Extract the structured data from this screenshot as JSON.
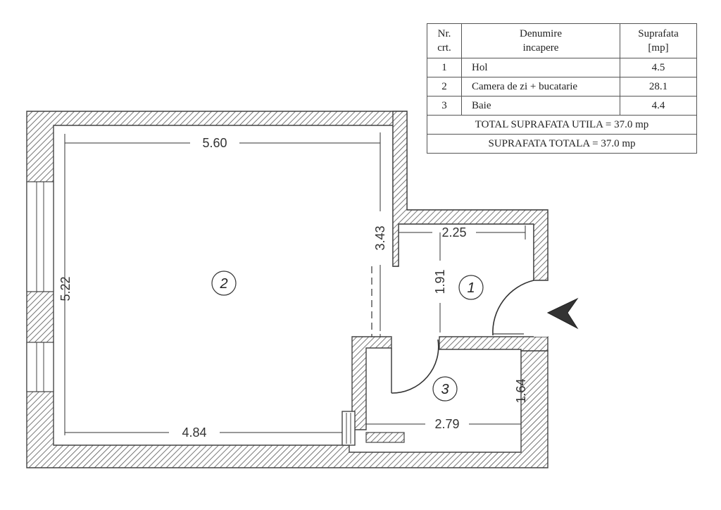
{
  "table": {
    "headers": {
      "nr": [
        "Nr.",
        "crt."
      ],
      "name": [
        "Denumire",
        "incapere"
      ],
      "area": [
        "Suprafata",
        "[mp]"
      ]
    },
    "rows": [
      {
        "nr": "1",
        "name": "Hol",
        "area": "4.5"
      },
      {
        "nr": "2",
        "name": "Camera de zi + bucatarie",
        "area": "28.1"
      },
      {
        "nr": "3",
        "name": "Baie",
        "area": "4.4"
      }
    ],
    "total_util": "TOTAL SUPRAFATA UTILA = 37.0 mp",
    "total": "SUPRAFATA TOTALA = 37.0 mp"
  },
  "plan": {
    "dimensions": {
      "main_width": "5.60",
      "main_height": "5.22",
      "main_bottom": "4.84",
      "partition": "3.43",
      "hall_width": "2.25",
      "hall_depth": "1.91",
      "bath_width": "2.79",
      "bath_depth": "1.64"
    },
    "rooms": [
      "1",
      "2",
      "3"
    ]
  },
  "colors": {
    "wall_hatch": "#555555",
    "line": "#333333"
  }
}
